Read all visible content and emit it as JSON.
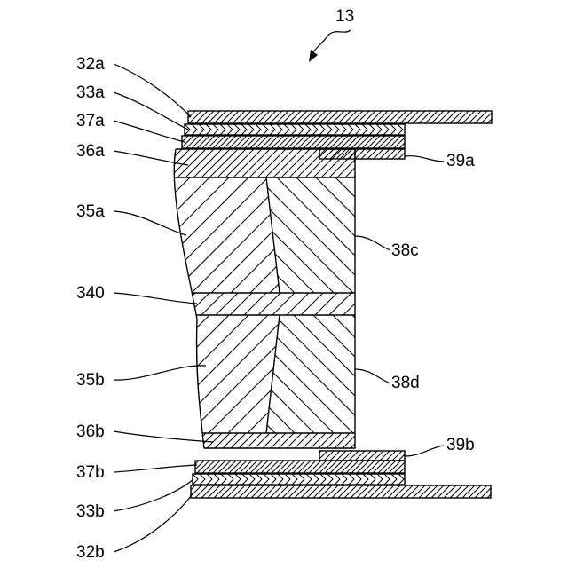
{
  "figure_number": "13",
  "labels": {
    "l32a": "32a",
    "l33a": "33a",
    "l37a": "37a",
    "l36a": "36a",
    "l35a": "35a",
    "l340": "340",
    "l35b": "35b",
    "l36b": "36b",
    "l37b": "37b",
    "l33b": "33b",
    "l32b": "32b",
    "l39a": "39a",
    "l38c": "38c",
    "l38d": "38d",
    "l39b": "39b"
  },
  "colors": {
    "line": "#000000",
    "background": "#ffffff"
  }
}
